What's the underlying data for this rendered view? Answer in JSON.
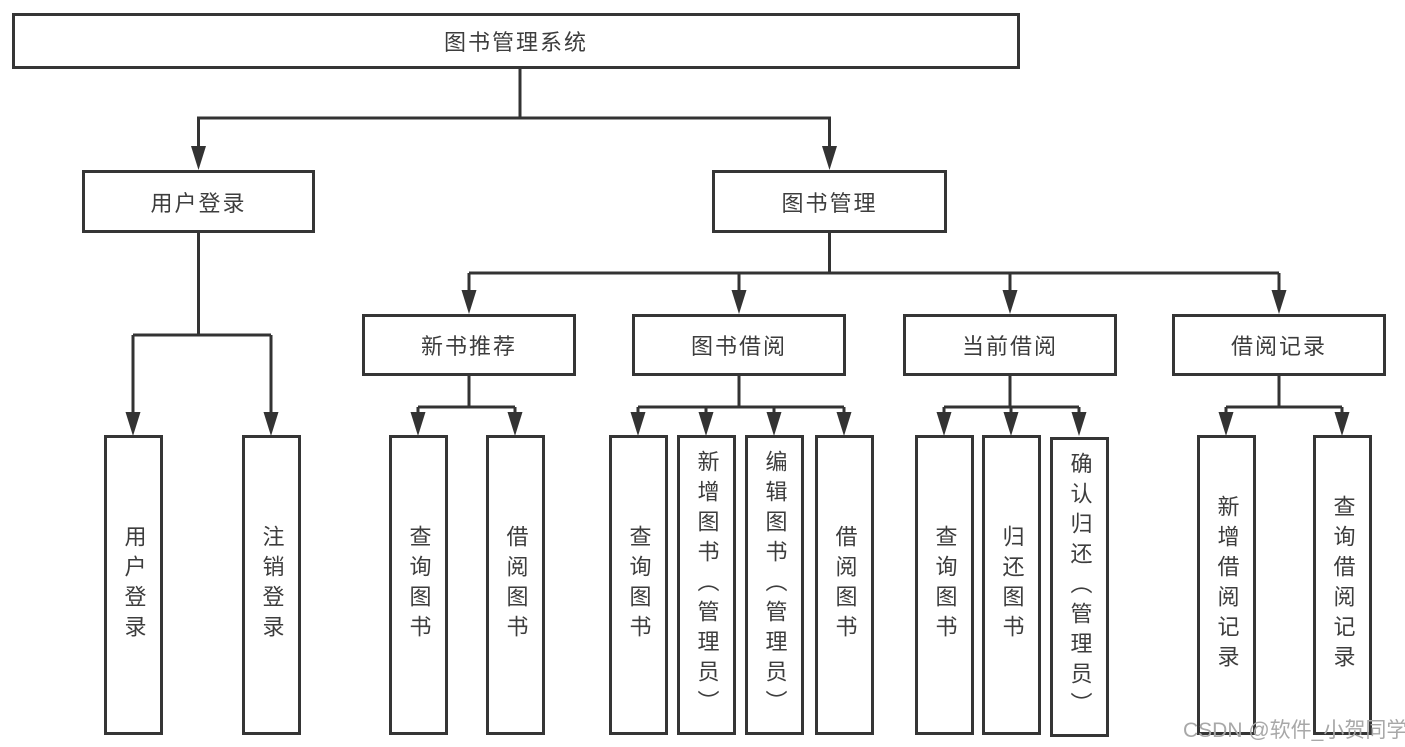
{
  "diagram_title": "图书管理系统",
  "tree": {
    "label": "图书管理系统",
    "children": [
      {
        "label": "用户登录",
        "children": [
          {
            "label": "用户登录"
          },
          {
            "label": "注销登录"
          }
        ]
      },
      {
        "label": "图书管理",
        "children": [
          {
            "label": "新书推荐",
            "children": [
              {
                "label": "查询图书"
              },
              {
                "label": "借阅图书"
              }
            ]
          },
          {
            "label": "图书借阅",
            "children": [
              {
                "label": "查询图书"
              },
              {
                "label": "新增图书（管理员）"
              },
              {
                "label": "编辑图书（管理员）"
              },
              {
                "label": "借阅图书"
              }
            ]
          },
          {
            "label": "当前借阅",
            "children": [
              {
                "label": "查询图书"
              },
              {
                "label": "归还图书"
              },
              {
                "label": "确认归还（管理员）"
              }
            ]
          },
          {
            "label": "借阅记录",
            "children": [
              {
                "label": "新增借阅记录"
              },
              {
                "label": "查询借阅记录"
              }
            ]
          }
        ]
      }
    ]
  },
  "watermark": "CSDN @软件_小贺同学",
  "colors": {
    "line": "#333333",
    "box_border": "#353535",
    "text": "#3d3d3d",
    "watermark": "#a8a8a8",
    "background": "#ffffff"
  }
}
